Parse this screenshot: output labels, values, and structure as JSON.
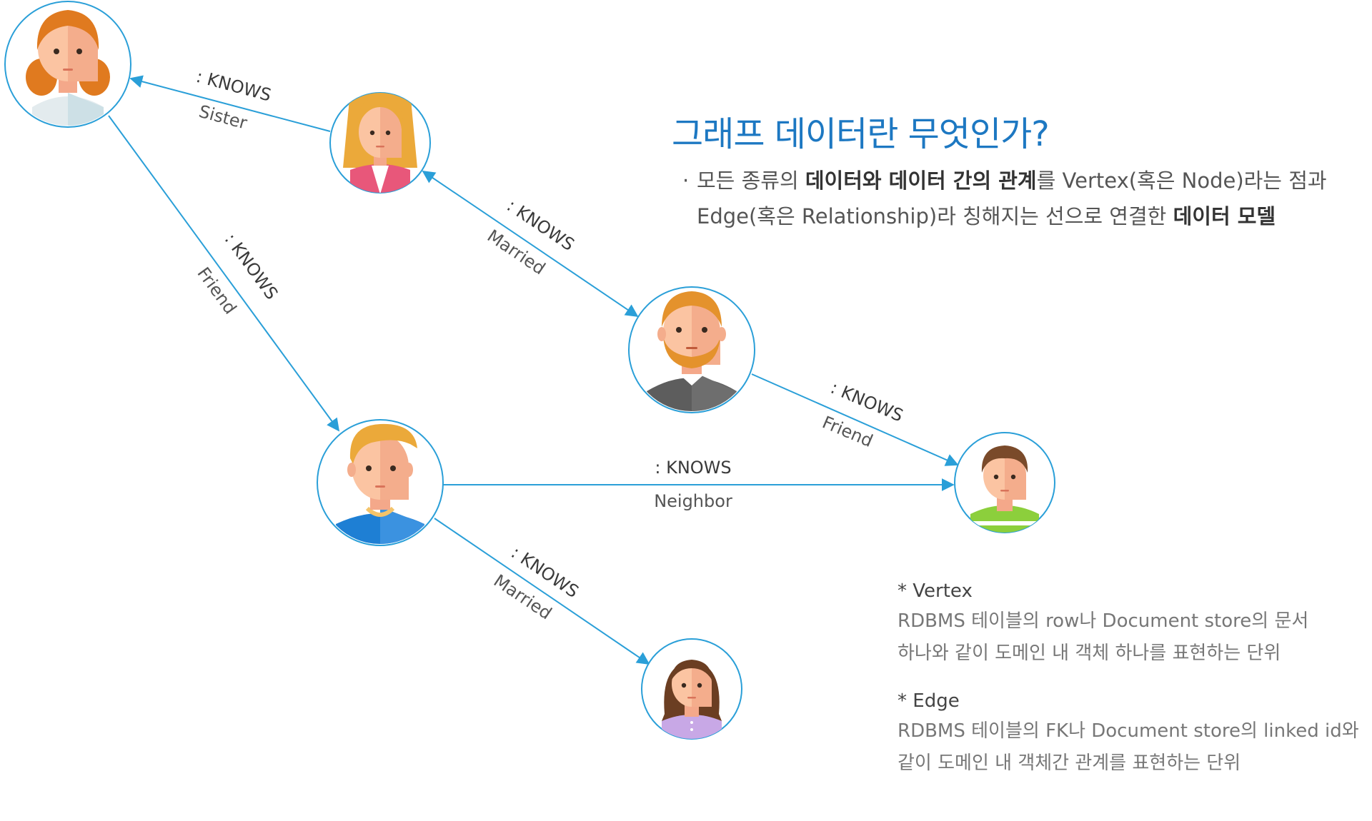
{
  "colors": {
    "edge": "#2a9fd8",
    "node_ring": "#2a9fd8",
    "title": "#1d78c2"
  },
  "nodes": [
    {
      "id": "girl-orange-pigtails",
      "icon": "girl-pigtails-avatar-icon"
    },
    {
      "id": "woman-blonde",
      "icon": "woman-blonde-avatar-icon"
    },
    {
      "id": "man-beard",
      "icon": "man-beard-avatar-icon"
    },
    {
      "id": "boy-blue",
      "icon": "man-blue-shirt-avatar-icon"
    },
    {
      "id": "kid-green",
      "icon": "boy-green-shirt-avatar-icon"
    },
    {
      "id": "woman-brown",
      "icon": "woman-brown-hair-avatar-icon"
    }
  ],
  "edges": [
    {
      "from": "woman-blonde",
      "to": "girl-orange-pigtails",
      "type": ": KNOWS",
      "relation": "Sister"
    },
    {
      "from": "girl-orange-pigtails",
      "to": "boy-blue",
      "type": ": KNOWS",
      "relation": "Friend"
    },
    {
      "from": "woman-blonde",
      "to": "man-beard",
      "type": ": KNOWS",
      "relation": "Married",
      "bidirectional": true
    },
    {
      "from": "man-beard",
      "to": "kid-green",
      "type": ": KNOWS",
      "relation": "Friend"
    },
    {
      "from": "boy-blue",
      "to": "kid-green",
      "type": ": KNOWS",
      "relation": "Neighbor"
    },
    {
      "from": "boy-blue",
      "to": "woman-brown",
      "type": ": KNOWS",
      "relation": "Married"
    }
  ],
  "title": "그래프 데이터란 무엇인가?",
  "description": {
    "bullet": "·",
    "line1_a": "모든 종류의 ",
    "line1_b": "데이터와 데이터 간의 관계",
    "line1_c": "를 Vertex(혹은 Node)라는 점과",
    "line2_a": "Edge(혹은 Relationship)라 칭해지는 선으로 연결한 ",
    "line2_b": "데이터 모델"
  },
  "notes": {
    "vertex_title": "* Vertex",
    "vertex_line1": "RDBMS 테이블의 row나 Document store의 문서",
    "vertex_line2": "하나와 같이 도메인 내 객체 하나를 표현하는 단위",
    "edge_title": "* Edge",
    "edge_line1": "RDBMS 테이블의 FK나 Document store의 linked id와",
    "edge_line2": "같이 도메인 내 객체간 관계를 표현하는 단위"
  }
}
